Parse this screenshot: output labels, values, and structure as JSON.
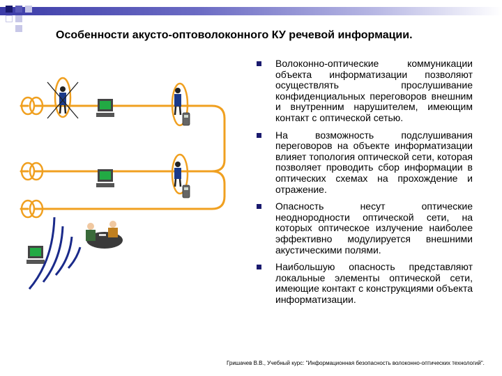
{
  "slide": {
    "title": "Особенности акусто-оптоволоконного КУ речевой информации.",
    "bullets": [
      "Волоконно-оптические коммуникации объекта информатизации позволяют осуществлять прослушивание конфиденциальных переговоров внешним и внутренним нарушителем, имеющим контакт с оптической сетью.",
      "На возможность подслушивания переговоров на объекте информатизации влияет топология оптической сети, которая позволяет проводить сбор информации в оптических схемах на прохождение и отражение.",
      "Опасность несут оптические неоднородности оптической сети, на которых оптическое излучение наиболее эффективно модулируется внешними акустическими полями.",
      "Наибольшую опасность представляют локальные элементы оптической сети, имеющие контакт с конструкциями объекта информатизации."
    ],
    "footer": "Гришачев В.В., Учебный курс: \"Информационная безопасность волоконно-оптических технологий\"."
  },
  "colors": {
    "fiber": "#f0a020",
    "bullet": "#1a1a6e",
    "band": "#3c3ca8",
    "screen": "#22aa44"
  },
  "icons": {
    "computer": "computer-icon",
    "person": "person-icon",
    "phone": "phone-icon",
    "fiber_coil": "fiber-coil-icon",
    "meeting": "meeting-people-icon",
    "acoustic_waves": "acoustic-waves-icon",
    "crossed_out": "cross-mark-icon"
  }
}
